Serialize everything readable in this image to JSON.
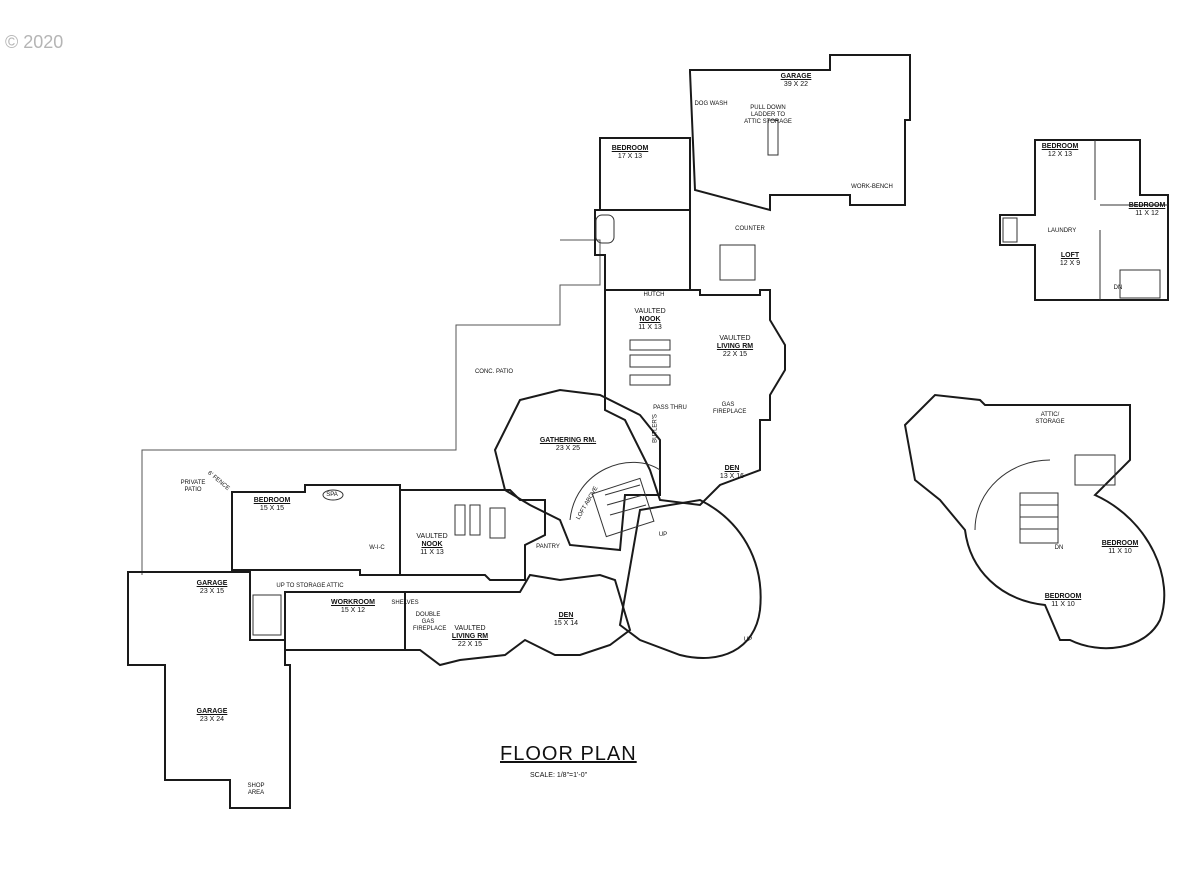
{
  "copyright": "© 2020",
  "title": "FLOOR PLAN",
  "scale": "SCALE: 1/8\"=1'-0\"",
  "rooms": [
    {
      "name": "GARAGE",
      "size": "39 X 22",
      "notes": "PULL DOWN LADDER TO ATTIC STORAGE"
    },
    {
      "name": "BEDROOM",
      "size": "17 X 13"
    },
    {
      "name": "NOOK",
      "prefix": "VAULTED",
      "size": "11 X 13"
    },
    {
      "name": "LIVING RM",
      "prefix": "VAULTED",
      "size": "22 X 15"
    },
    {
      "name": "GATHERING RM.",
      "size": "23 X 25"
    },
    {
      "name": "DEN",
      "size": "13 X 16"
    },
    {
      "name": "BEDROOM",
      "size": "15 X 15"
    },
    {
      "name": "NOOK",
      "prefix": "VAULTED",
      "size": "11 X 13"
    },
    {
      "name": "GARAGE",
      "size": "23 X 15"
    },
    {
      "name": "WORKROOM",
      "size": "15 X 12"
    },
    {
      "name": "LIVING RM",
      "prefix": "VAULTED",
      "size": "22 X 15"
    },
    {
      "name": "DEN",
      "size": "15 X 14"
    },
    {
      "name": "GARAGE",
      "size": "23 X 24"
    },
    {
      "name": "BEDROOM",
      "size": "12 X 13"
    },
    {
      "name": "BEDROOM",
      "size": "11 X 12"
    },
    {
      "name": "LOFT",
      "size": "12 X 9"
    },
    {
      "name": "BEDROOM",
      "size": "11 X 10"
    },
    {
      "name": "BEDROOM",
      "size": "11 X 10"
    }
  ],
  "notes": {
    "conc_patio": "CONC. PATIO",
    "private_patio": "PRIVATE PATIO",
    "loft_above": "LOFT ABOVE",
    "up_to_storage": "UP TO STORAGE ATTIC",
    "shop_area": "SHOP AREA",
    "attic_storage": "ATTIC/ STORAGE",
    "work_bench": "WORK-BENCH",
    "dog_wash": "DOG WASH",
    "pantry": "PANTRY",
    "butlers": "BUTLER'S",
    "pass_thru": "PASS THRU",
    "gas_fireplace": "GAS FIREPLACE",
    "double_gas_fireplace": "DOUBLE GAS FIREPLACE",
    "wic": "W-I-C",
    "spa": "SPA",
    "up": "UP",
    "dn": "DN",
    "fence": "6' FENCE",
    "laundry": "LAUNDRY",
    "counter": "COUNTER",
    "hutch": "HUTCH",
    "shelves": "SHELVES"
  }
}
